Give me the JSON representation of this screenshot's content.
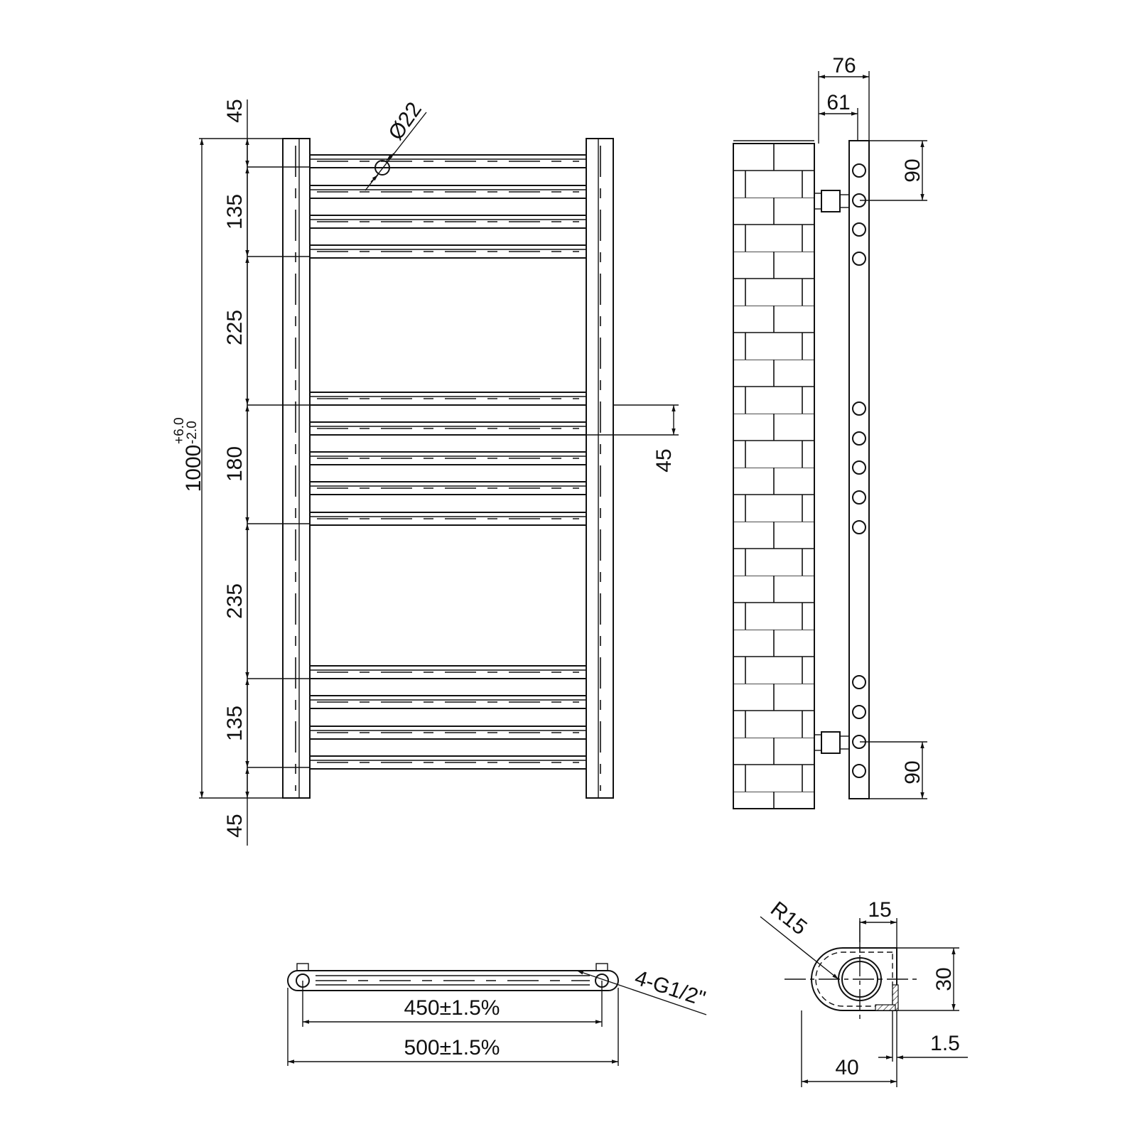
{
  "front_view": {
    "total_height": "1000",
    "tolerance_plus": "+6.0",
    "tolerance_minus": "-2.0",
    "segments": [
      "45",
      "135",
      "225",
      "180",
      "235",
      "135",
      "45"
    ],
    "tube_diameter": "Ø22",
    "right_offset": "45"
  },
  "side_view": {
    "depth_outer": "76",
    "depth_inner": "61",
    "top_offset": "90",
    "bottom_offset": "90"
  },
  "top_view": {
    "center_distance": "450±1.5%",
    "overall_width": "500±1.5%",
    "connection": "4-G1/2\""
  },
  "profile": {
    "radius": "R15",
    "width_15": "15",
    "height_30": "30",
    "thickness": "1.5",
    "depth_40": "40"
  }
}
